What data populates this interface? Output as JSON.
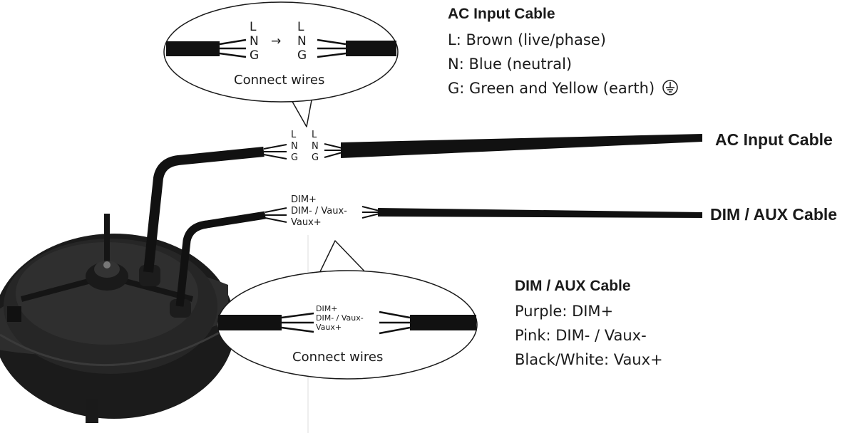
{
  "ac_legend": {
    "heading": "AC Input Cable",
    "lines": [
      "L:  Brown (live/phase)",
      "N: Blue (neutral)",
      "G: Green and Yellow (earth)"
    ]
  },
  "dim_legend": {
    "heading": "DIM / AUX Cable",
    "lines": [
      "Purple: DIM+",
      "Pink: DIM- / Vaux-",
      "Black/White: Vaux+"
    ]
  },
  "cables": {
    "ac_label": "AC Input Cable",
    "dim_label": "DIM / AUX Cable"
  },
  "ac_junction": {
    "left": [
      "L",
      "N",
      "G"
    ],
    "right": [
      "L",
      "N",
      "G"
    ]
  },
  "dim_junction": {
    "left": [
      "DIM+",
      "DIM- / Vaux-",
      "Vaux+"
    ]
  },
  "ac_callout": {
    "left": [
      "L",
      "N",
      "G"
    ],
    "right": [
      "L",
      "N",
      "G"
    ],
    "arrow": "→",
    "caption": "Connect wires"
  },
  "dim_callout": {
    "left": [
      "DIM+",
      "DIM- / Vaux-",
      "Vaux+"
    ],
    "caption": "Connect wires"
  },
  "colors": {
    "cable": "#111111",
    "device_body": "#2a2a2a",
    "outline": "#1a1a1a"
  }
}
